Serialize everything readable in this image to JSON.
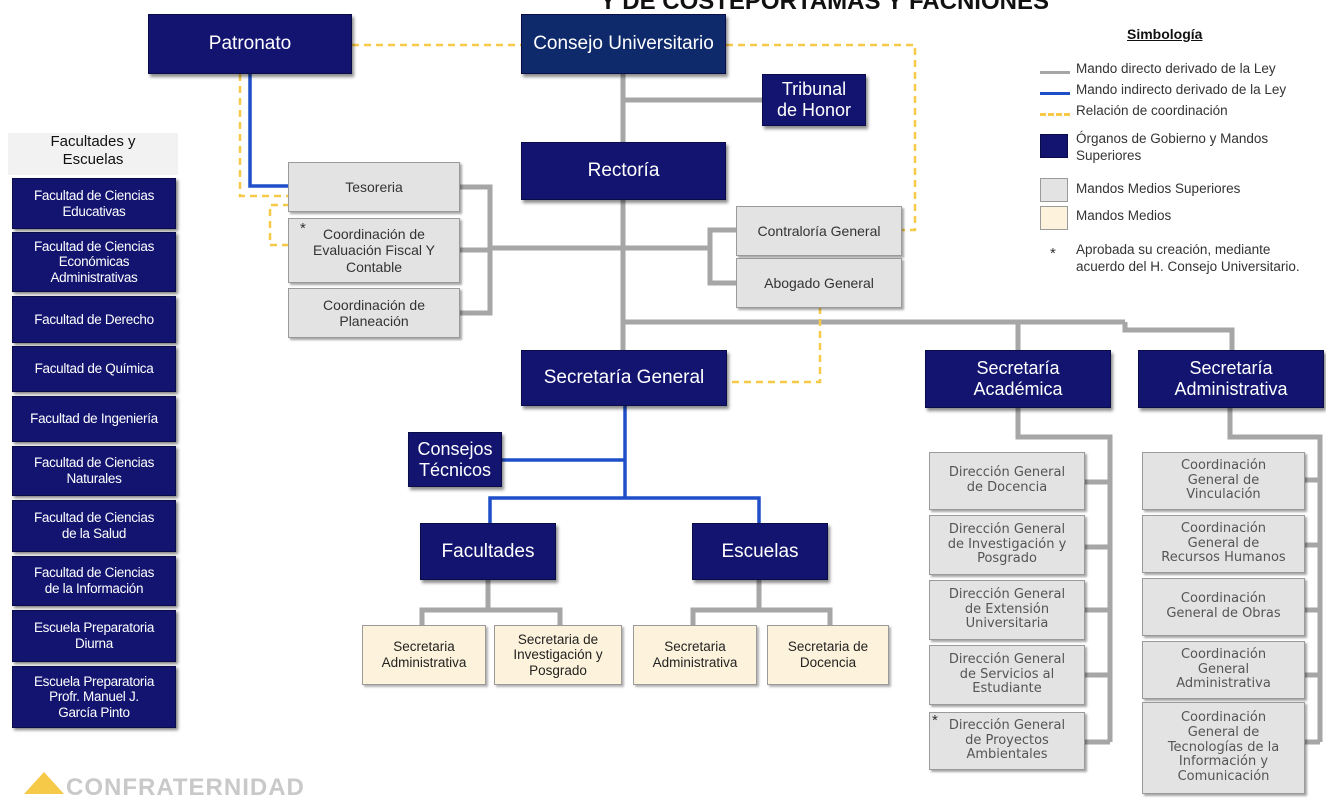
{
  "header": {
    "title": "Y DE COSTEPORTAMAS Y FACNIONES"
  },
  "colors": {
    "gov_blue": "#121470",
    "line_gray": "#a6a6a6",
    "line_blue": "#1f4ec9",
    "line_yellow": "#f7c948",
    "medium_gray": "#e3e3e3",
    "cream": "#fdf3dc"
  },
  "boxes": {
    "patronato": "Patronato",
    "consejo": "Consejo Universitario",
    "tribunal": "Tribunal\nde Honor",
    "rectoria": "Rectoría",
    "tesoreria": "Tesoreria",
    "coord_eval": "Coordinación de\nEvaluación Fiscal Y\nContable",
    "coord_plan": "Coordinación de\nPlaneación",
    "contraloria": "Contraloría General",
    "abogado": "Abogado General",
    "sec_general": "Secretaría General",
    "consejos_tec": "Consejos\nTécnicos",
    "facultades": "Facultades",
    "escuelas": "Escuelas",
    "fac_sec_adm": "Secretaria\nAdministrativa",
    "fac_sec_inv": "Secretaria de\nInvestigación y\nPosgrado",
    "esc_sec_adm": "Secretaria\nAdministrativa",
    "esc_sec_doc": "Secretaria de\nDocencia",
    "sec_academica": "Secretaría\nAcadémica",
    "sec_admin": "Secretaría\nAdministrativa"
  },
  "academic_units": [
    "Dirección General\nde Docencia",
    "Dirección General\nde Investigación y\nPosgrado",
    "Dirección General\nde Extensión\nUniversitaria",
    "Dirección General\nde Servicios al\nEstudiante",
    "Dirección General\nde Proyectos\nAmbientales"
  ],
  "admin_units": [
    "Coordinación\nGeneral de\nVinculación",
    "Coordinación\nGeneral de\nRecursos Humanos",
    "Coordinación\nGeneral de Obras",
    "Coordinación\nGeneral\nAdministrativa",
    "Coordinación\nGeneral de\nTecnologías de la\nInformación y\nComunicación"
  ],
  "faculties": {
    "header": "Facultades y\nEscuelas",
    "items": [
      "Facultad de Ciencias\nEducativas",
      "Facultad de Ciencias\nEconómicas\nAdministrativas",
      "Facultad de Derecho",
      "Facultad de Química",
      "Facultad de Ingeniería",
      "Facultad de Ciencias\nNaturales",
      "Facultad de Ciencias\nde la Salud",
      "Facultad de Ciencias\nde la Información",
      "Escuela Preparatoria\nDiurna",
      "Escuela Preparatoria\nProfr. Manuel J.\nGarcía Pinto"
    ]
  },
  "legend": {
    "title": "Simbología",
    "direct": "Mando directo derivado de la Ley",
    "indirect": "Mando indirecto derivado de la Ley",
    "coordination": "Relación de coordinación",
    "gov": "Órganos de Gobierno y Mandos\nSuperiores",
    "medium_sup": "Mandos Medios Superiores",
    "medium": "Mandos Medios",
    "star": "*",
    "approved": "Aprobada su creación, mediante\nacuerdo del H. Consejo Universitario."
  },
  "markers": {
    "star": "*"
  },
  "logo": {
    "text": "CONFRATERNIDAD"
  }
}
